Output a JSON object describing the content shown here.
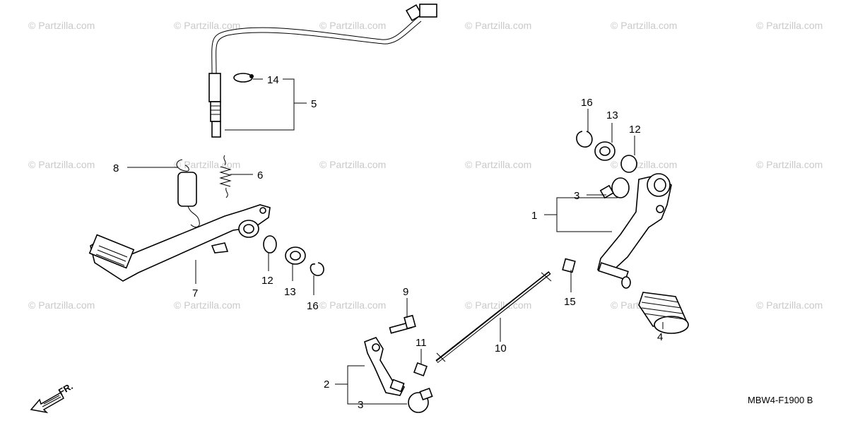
{
  "watermark": "© Partzilla.com",
  "diagram_code": "MBW4-F1900 B",
  "front_indicator": "FR.",
  "callouts": {
    "c1": "1",
    "c2": "2",
    "c3a": "3",
    "c3b": "3",
    "c4": "4",
    "c5": "5",
    "c6": "6",
    "c7": "7",
    "c8": "8",
    "c9": "9",
    "c10": "10",
    "c11": "11",
    "c12a": "12",
    "c12b": "12",
    "c13a": "13",
    "c13b": "13",
    "c14": "14",
    "c15": "15",
    "c16a": "16",
    "c16b": "16"
  }
}
